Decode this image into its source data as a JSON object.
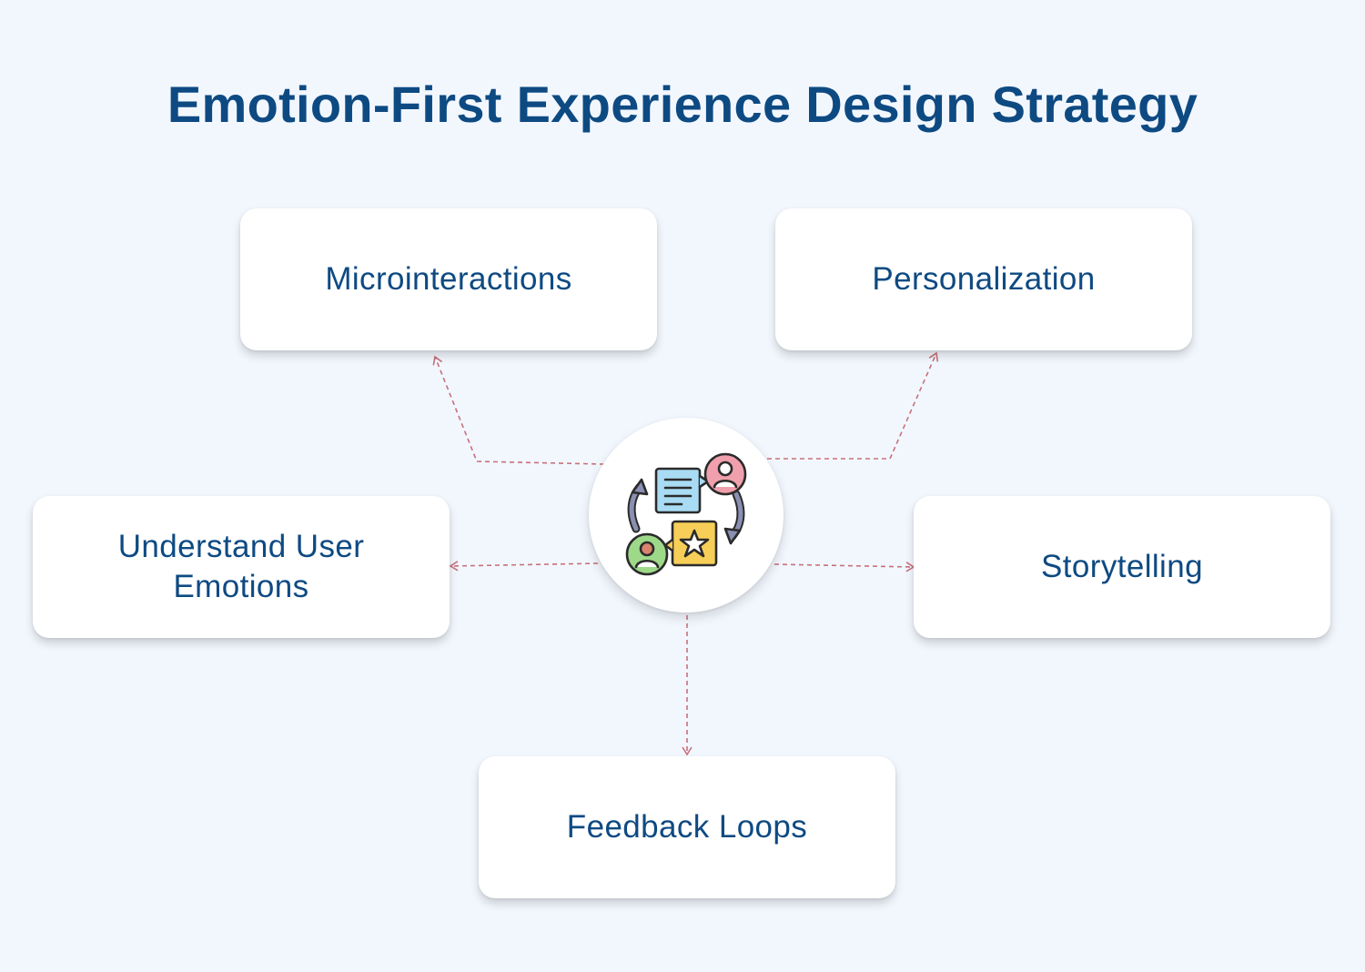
{
  "title": "Emotion-First Experience Design Strategy",
  "hub": {
    "icon": "feedback-exchange-icon"
  },
  "nodes": {
    "microinteractions": "Microinteractions",
    "personalization": "Personalization",
    "understand_user_emotions": "Understand User\nEmotions",
    "storytelling": "Storytelling",
    "feedback_loops": "Feedback Loops"
  },
  "colors": {
    "background": "#f2f7fe",
    "title_text": "#0e4a82",
    "card_text": "#0e4a82",
    "connector": "#c9707a"
  }
}
